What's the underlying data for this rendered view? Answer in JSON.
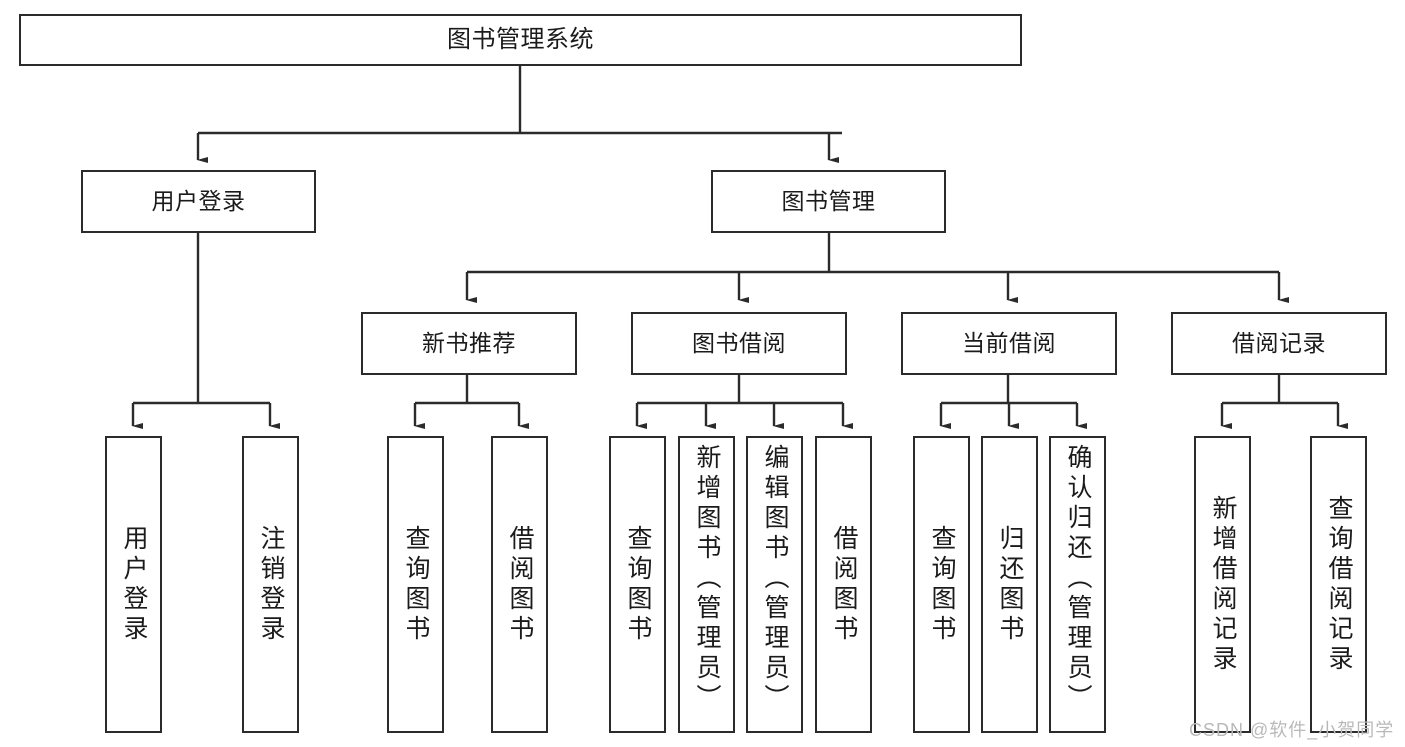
{
  "diagram": {
    "type": "tree",
    "title": "图书管理系统",
    "watermark": "CSDN @软件_小贺同学",
    "colors": {
      "box_border": "#2b2b2b",
      "box_fill": "#ffffff",
      "text": "#1b1b1b",
      "connector": "#2b2b2b",
      "watermark": "#b9b9b9",
      "background": "#ffffff"
    },
    "levels": {
      "root": "图书管理系统",
      "level2": [
        "用户登录",
        "图书管理"
      ],
      "level3": [
        "新书推荐",
        "图书借阅",
        "当前借阅",
        "借阅记录"
      ],
      "level4": [
        "用户登录",
        "注销登录",
        "查询图书",
        "借阅图书",
        "查询图书",
        "新增图书（管理员）",
        "编辑图书（管理员）",
        "借阅图书",
        "查询图书",
        "归还图书",
        "确认归还（管理员）",
        "新增借阅记录",
        "查询借阅记录"
      ]
    },
    "nodes": {
      "root": {
        "label": "图书管理系统"
      },
      "user_login": {
        "label": "用户登录"
      },
      "book_mgmt": {
        "label": "图书管理"
      },
      "new_book_rec": {
        "label": "新书推荐"
      },
      "book_borrow": {
        "label": "图书借阅"
      },
      "current_borrow": {
        "label": "当前借阅"
      },
      "borrow_record": {
        "label": "借阅记录"
      },
      "leaf_user_login": {
        "label": "用户登录"
      },
      "leaf_user_logout": {
        "label": "注销登录"
      },
      "leaf_query_book_a": {
        "label": "查询图书"
      },
      "leaf_borrow_book_a": {
        "label": "借阅图书"
      },
      "leaf_query_book_b": {
        "label": "查询图书"
      },
      "leaf_add_book": {
        "label": "新增图书（管理员）"
      },
      "leaf_edit_book": {
        "label": "编辑图书（管理员）"
      },
      "leaf_borrow_book_b": {
        "label": "借阅图书"
      },
      "leaf_query_book_c": {
        "label": "查询图书"
      },
      "leaf_return_book": {
        "label": "归还图书"
      },
      "leaf_confirm_return": {
        "label": "确认归还（管理员）"
      },
      "leaf_add_record": {
        "label": "新增借阅记录"
      },
      "leaf_query_record": {
        "label": "查询借阅记录"
      }
    },
    "edges": [
      {
        "from": "root",
        "to": "user_login"
      },
      {
        "from": "root",
        "to": "book_mgmt"
      },
      {
        "from": "user_login",
        "to": "leaf_user_login"
      },
      {
        "from": "user_login",
        "to": "leaf_user_logout"
      },
      {
        "from": "book_mgmt",
        "to": "new_book_rec"
      },
      {
        "from": "book_mgmt",
        "to": "book_borrow"
      },
      {
        "from": "book_mgmt",
        "to": "current_borrow"
      },
      {
        "from": "book_mgmt",
        "to": "borrow_record"
      },
      {
        "from": "new_book_rec",
        "to": "leaf_query_book_a"
      },
      {
        "from": "new_book_rec",
        "to": "leaf_borrow_book_a"
      },
      {
        "from": "book_borrow",
        "to": "leaf_query_book_b"
      },
      {
        "from": "book_borrow",
        "to": "leaf_add_book"
      },
      {
        "from": "book_borrow",
        "to": "leaf_edit_book"
      },
      {
        "from": "book_borrow",
        "to": "leaf_borrow_book_b"
      },
      {
        "from": "current_borrow",
        "to": "leaf_query_book_c"
      },
      {
        "from": "current_borrow",
        "to": "leaf_return_book"
      },
      {
        "from": "current_borrow",
        "to": "leaf_confirm_return"
      },
      {
        "from": "borrow_record",
        "to": "leaf_add_record"
      },
      {
        "from": "borrow_record",
        "to": "leaf_query_record"
      }
    ]
  }
}
